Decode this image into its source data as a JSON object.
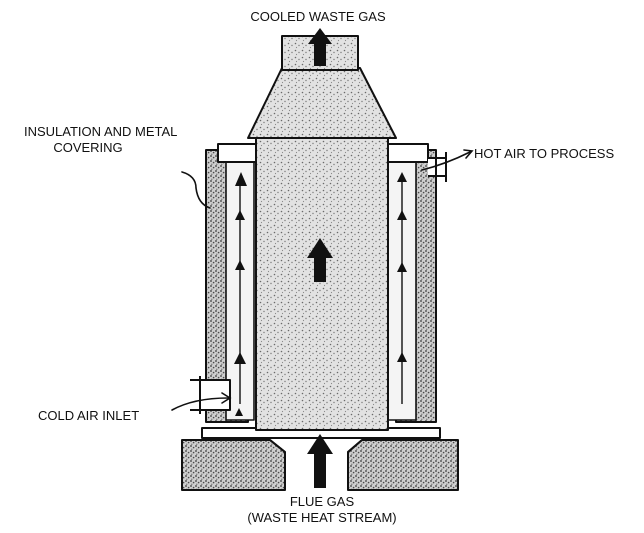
{
  "labels": {
    "cooled_waste_gas": "COOLED WASTE GAS",
    "insulation_line1": "INSULATION AND METAL",
    "insulation_line2": "COVERING",
    "hot_air": "HOT AIR TO PROCESS",
    "cold_air": "COLD AIR INLET",
    "flue_gas_line1": "FLUE GAS",
    "flue_gas_line2": "(WASTE HEAT STREAM)"
  },
  "colors": {
    "ink": "#111111",
    "stipple_base": "#e2e2e2",
    "stipple_dot": "#6a6a6a",
    "background": "#ffffff"
  }
}
